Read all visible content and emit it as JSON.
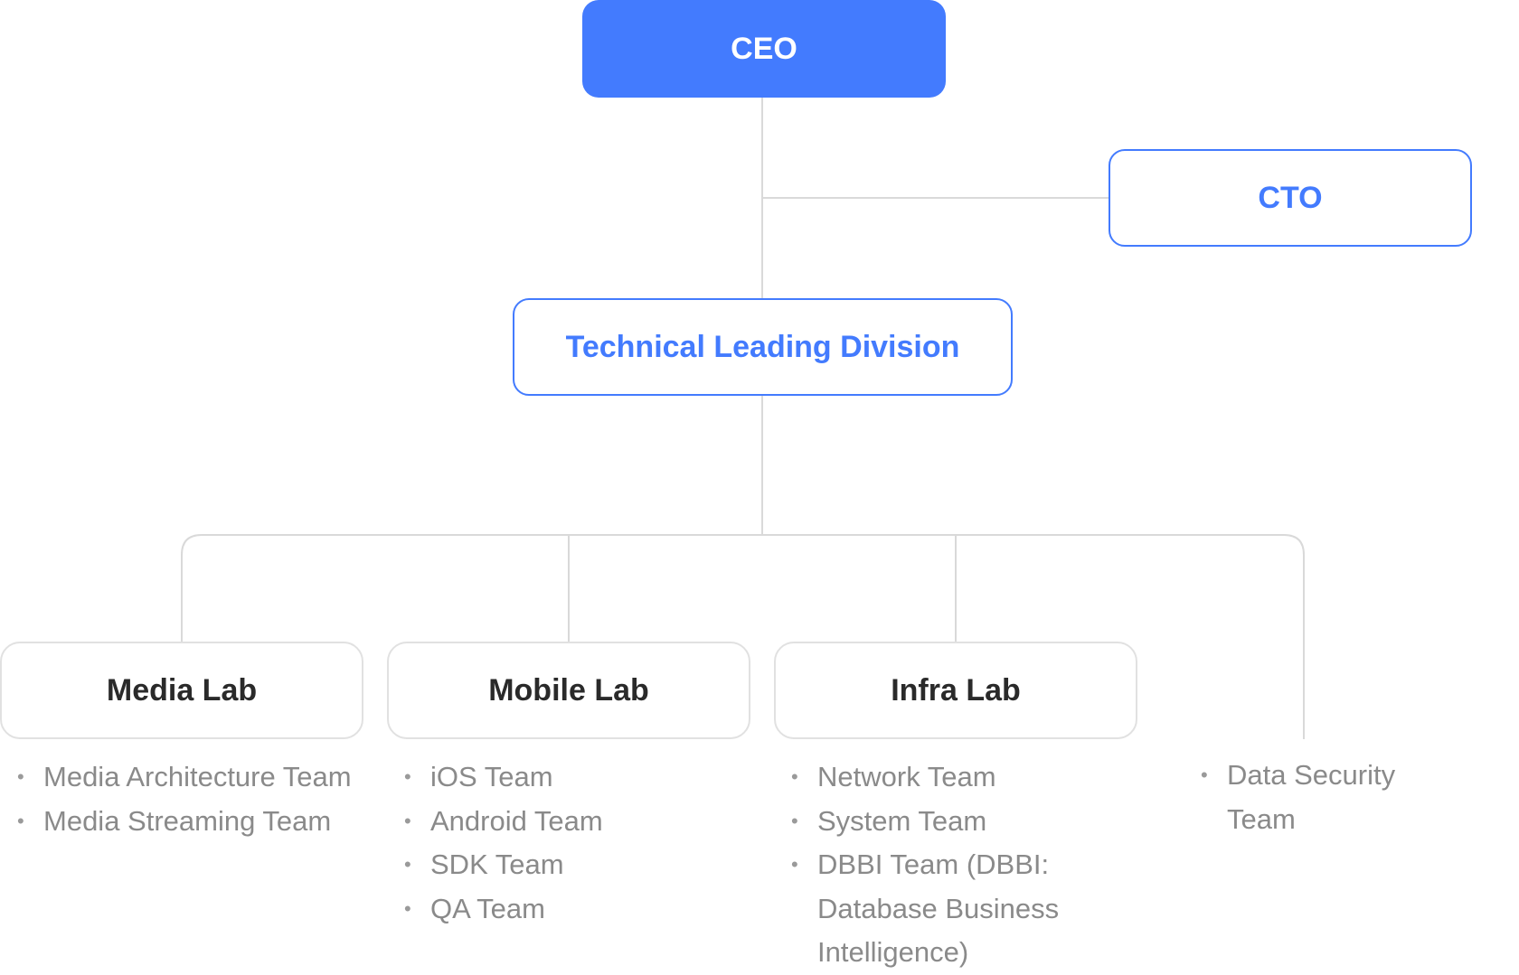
{
  "ceo": {
    "label": "CEO"
  },
  "cto": {
    "label": "CTO"
  },
  "division": {
    "label": "Technical Leading Division"
  },
  "labs": [
    {
      "label": "Media Lab",
      "teams": [
        "Media Architecture Team",
        "Media Streaming Team"
      ]
    },
    {
      "label": "Mobile Lab",
      "teams": [
        "iOS Team",
        "Android Team",
        "SDK Team",
        "QA Team"
      ]
    },
    {
      "label": "Infra Lab",
      "teams": [
        "Network Team",
        "System Team",
        "DBBI Team (DBBI: Database Business Intelligence)"
      ]
    }
  ],
  "standalone_teams": [
    "Data Security Team"
  ],
  "colors": {
    "accent": "#437bfe",
    "connector": "#d9d9d9",
    "lab_border": "#e1e1e1",
    "lab_text": "#2a2a2a",
    "team_text": "#8a8a8a"
  }
}
